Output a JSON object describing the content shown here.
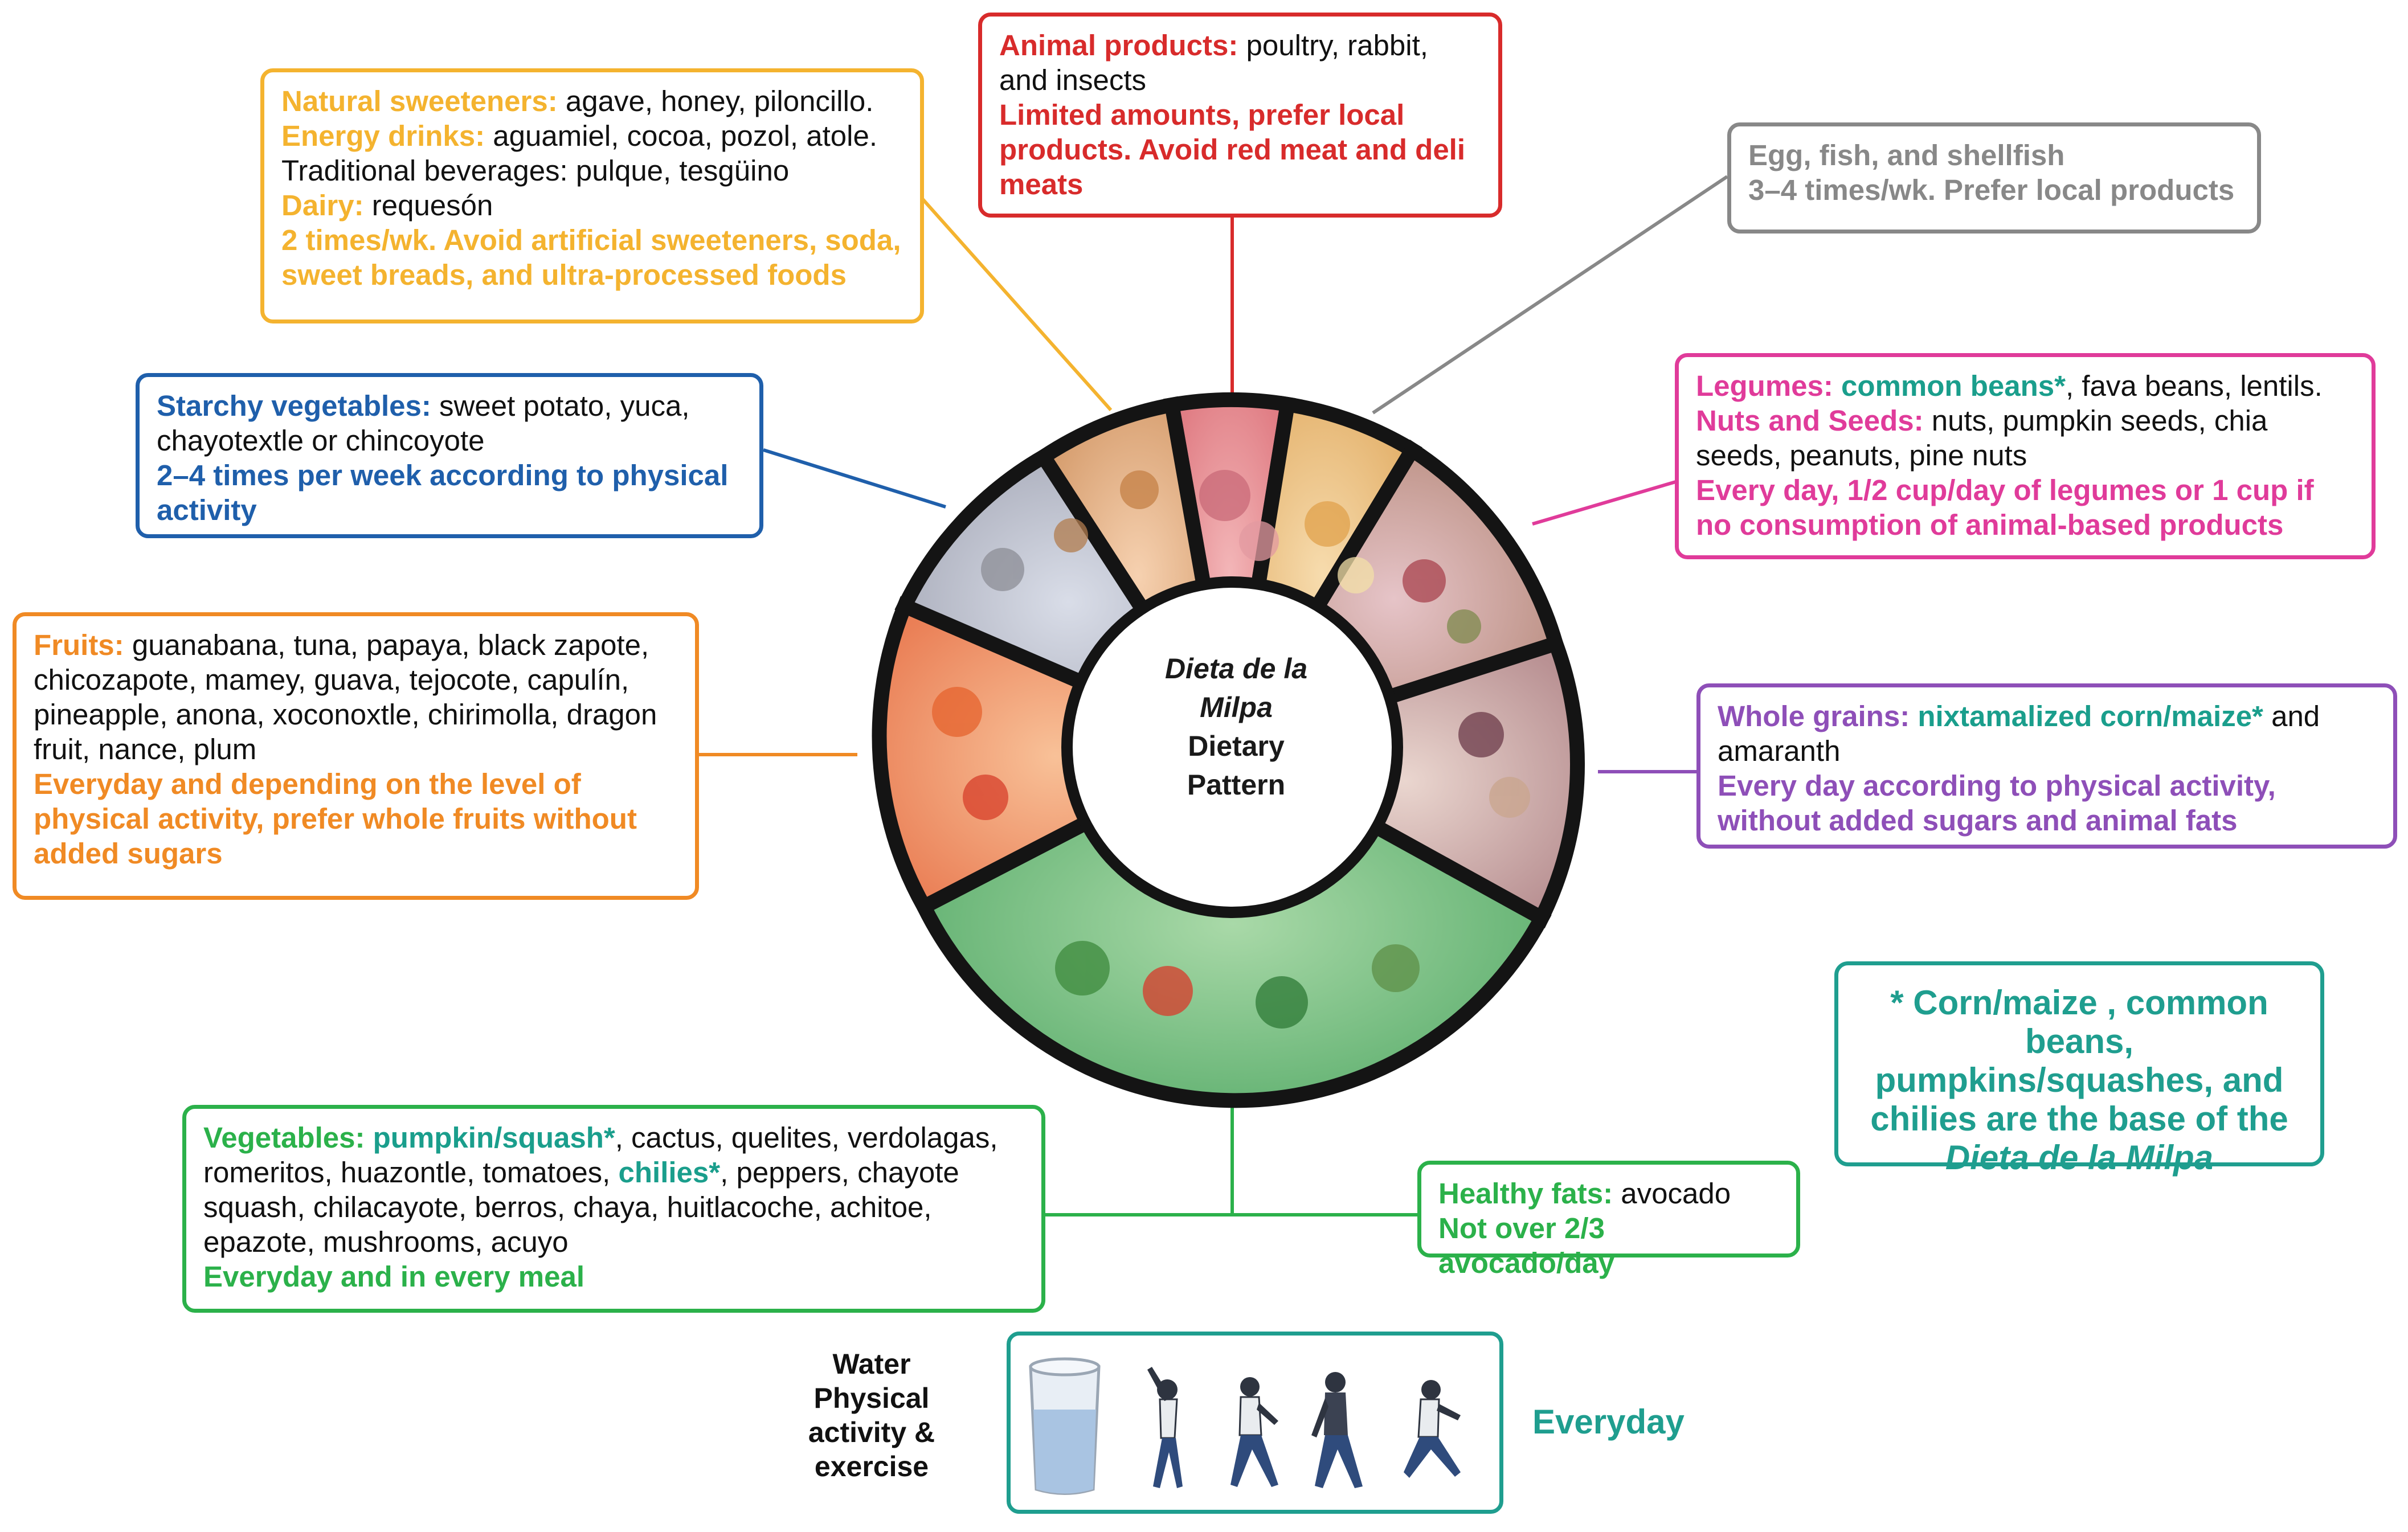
{
  "colors": {
    "animal": "#d82b2b",
    "egg": "#888888",
    "sweet": "#f4b32f",
    "starchy": "#1f5fab",
    "legumes": "#e03b9a",
    "teal": "#1a9e8c",
    "fruits": "#f08a24",
    "grains": "#8e4fb8",
    "veg": "#2bb14a",
    "wheel_border": "#141414"
  },
  "center": {
    "line1": "Dieta de la",
    "line2": "Milpa",
    "line3": "Dietary",
    "line4": "Pattern"
  },
  "animal_box": {
    "label": "Animal products:",
    "text": " poultry, rabbit, and insects",
    "note": "Limited amounts, prefer local products. Avoid red meat and deli meats"
  },
  "egg_box": {
    "line1": "Egg, fish, and shellfish",
    "line2": "3–4 times/wk. Prefer local products"
  },
  "sweet_box": {
    "l1_label": "Natural sweeteners:",
    "l1_text": " agave, honey, piloncillo.",
    "l2_label": "Energy drinks:",
    "l2_text": " aguamiel, cocoa, pozol, atole.",
    "l3_text": "Traditional beverages: pulque, tesgüino",
    "l4_label": "Dairy:",
    "l4_text": " requesón",
    "note": "2 times/wk. Avoid artificial sweeteners, soda, sweet breads, and ultra-processed foods"
  },
  "starchy_box": {
    "label": "Starchy vegetables:",
    "text": " sweet potato, yuca, chayotextle or chincoyote",
    "note": "2–4 times per week according to physical activity"
  },
  "legumes_box": {
    "l1_label": "Legumes:",
    "l1_highlight": " common beans*",
    "l1_text": ", fava beans, lentils.",
    "l2_label": "Nuts and Seeds:",
    "l2_text": " nuts, pumpkin seeds, chia seeds, peanuts, pine nuts",
    "note": "Every day, 1/2 cup/day of legumes or 1 cup if no consumption of animal-based products"
  },
  "fruits_box": {
    "label": "Fruits:",
    "text": " guanabana, tuna, papaya, black zapote, chicozapote, mamey, guava, tejocote, capulín, pineapple, anona, xoconoxtle, chirimolla, dragon fruit, nance, plum",
    "note": "Everyday and depending on the level of physical activity, prefer whole fruits without added sugars"
  },
  "grains_box": {
    "label": "Whole grains:",
    "highlight": " nixtamalized corn/maize*",
    "text": " and amaranth",
    "note": "Every day according to physical activity, without added sugars and animal fats"
  },
  "veg_box": {
    "label": "Vegetables:",
    "highlight1": " pumpkin/squash*",
    "text1": ", cactus, quelites, verdolagas, romeritos, huazontle, tomatoes, ",
    "highlight2": "chilies*",
    "text2": ", peppers, chayote squash, chilacayote, berros, chaya, huitlacoche, achitoe, epazote, mushrooms, acuyo",
    "note": "Everyday and in every meal"
  },
  "fats_box": {
    "label": "Healthy fats:",
    "text": " avocado",
    "note": "Not over 2/3 avocado/day"
  },
  "base_note": {
    "text": "* Corn/maize , common beans, pumpkins/squashes, and chilies are the base of the ",
    "italic": "Dieta de la Milpa"
  },
  "water": {
    "line1": "Water",
    "line2": "Physical",
    "line3": "activity &",
    "line4": "exercise",
    "everyday": "Everyday"
  },
  "icons": [
    "water-glass-icon",
    "stretching-person-icon",
    "walking-woman-icon",
    "walking-man-icon",
    "running-man-icon"
  ]
}
